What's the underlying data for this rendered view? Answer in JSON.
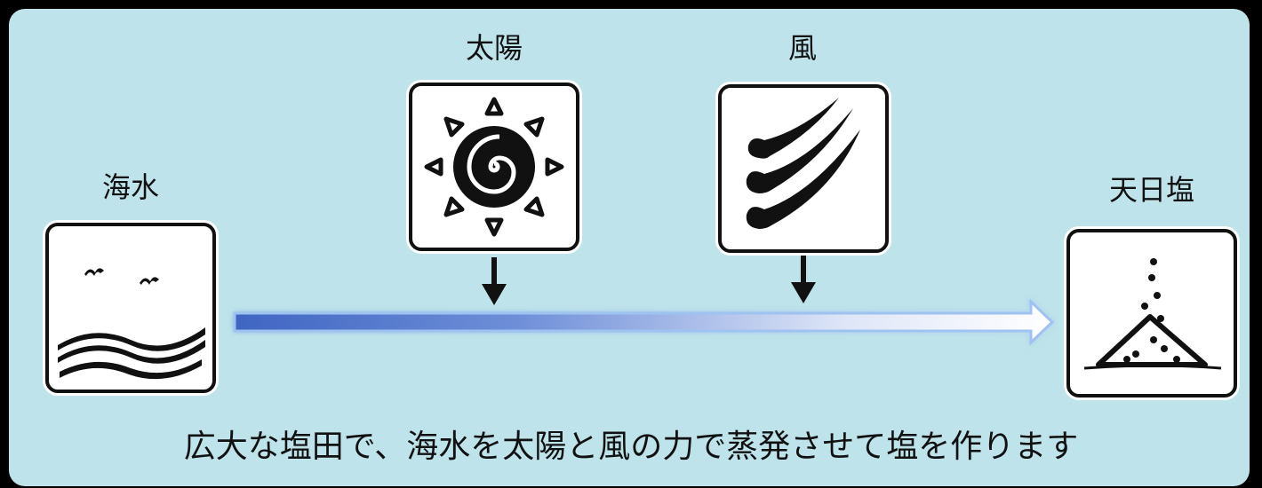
{
  "labels": {
    "seawater": "海水",
    "sun": "太陽",
    "wind": "風",
    "salt": "天日塩"
  },
  "caption": "広大な塩田で、海水を太陽と風の力で蒸発させて塩を作ります",
  "icons": [
    "waves-icon",
    "sun-icon",
    "wind-icon",
    "salt-pile-icon"
  ],
  "colors": {
    "background": "#bee3ea",
    "frame": "#000000",
    "arrow_start": "#4a6fc9",
    "arrow_end": "#ffffff"
  }
}
